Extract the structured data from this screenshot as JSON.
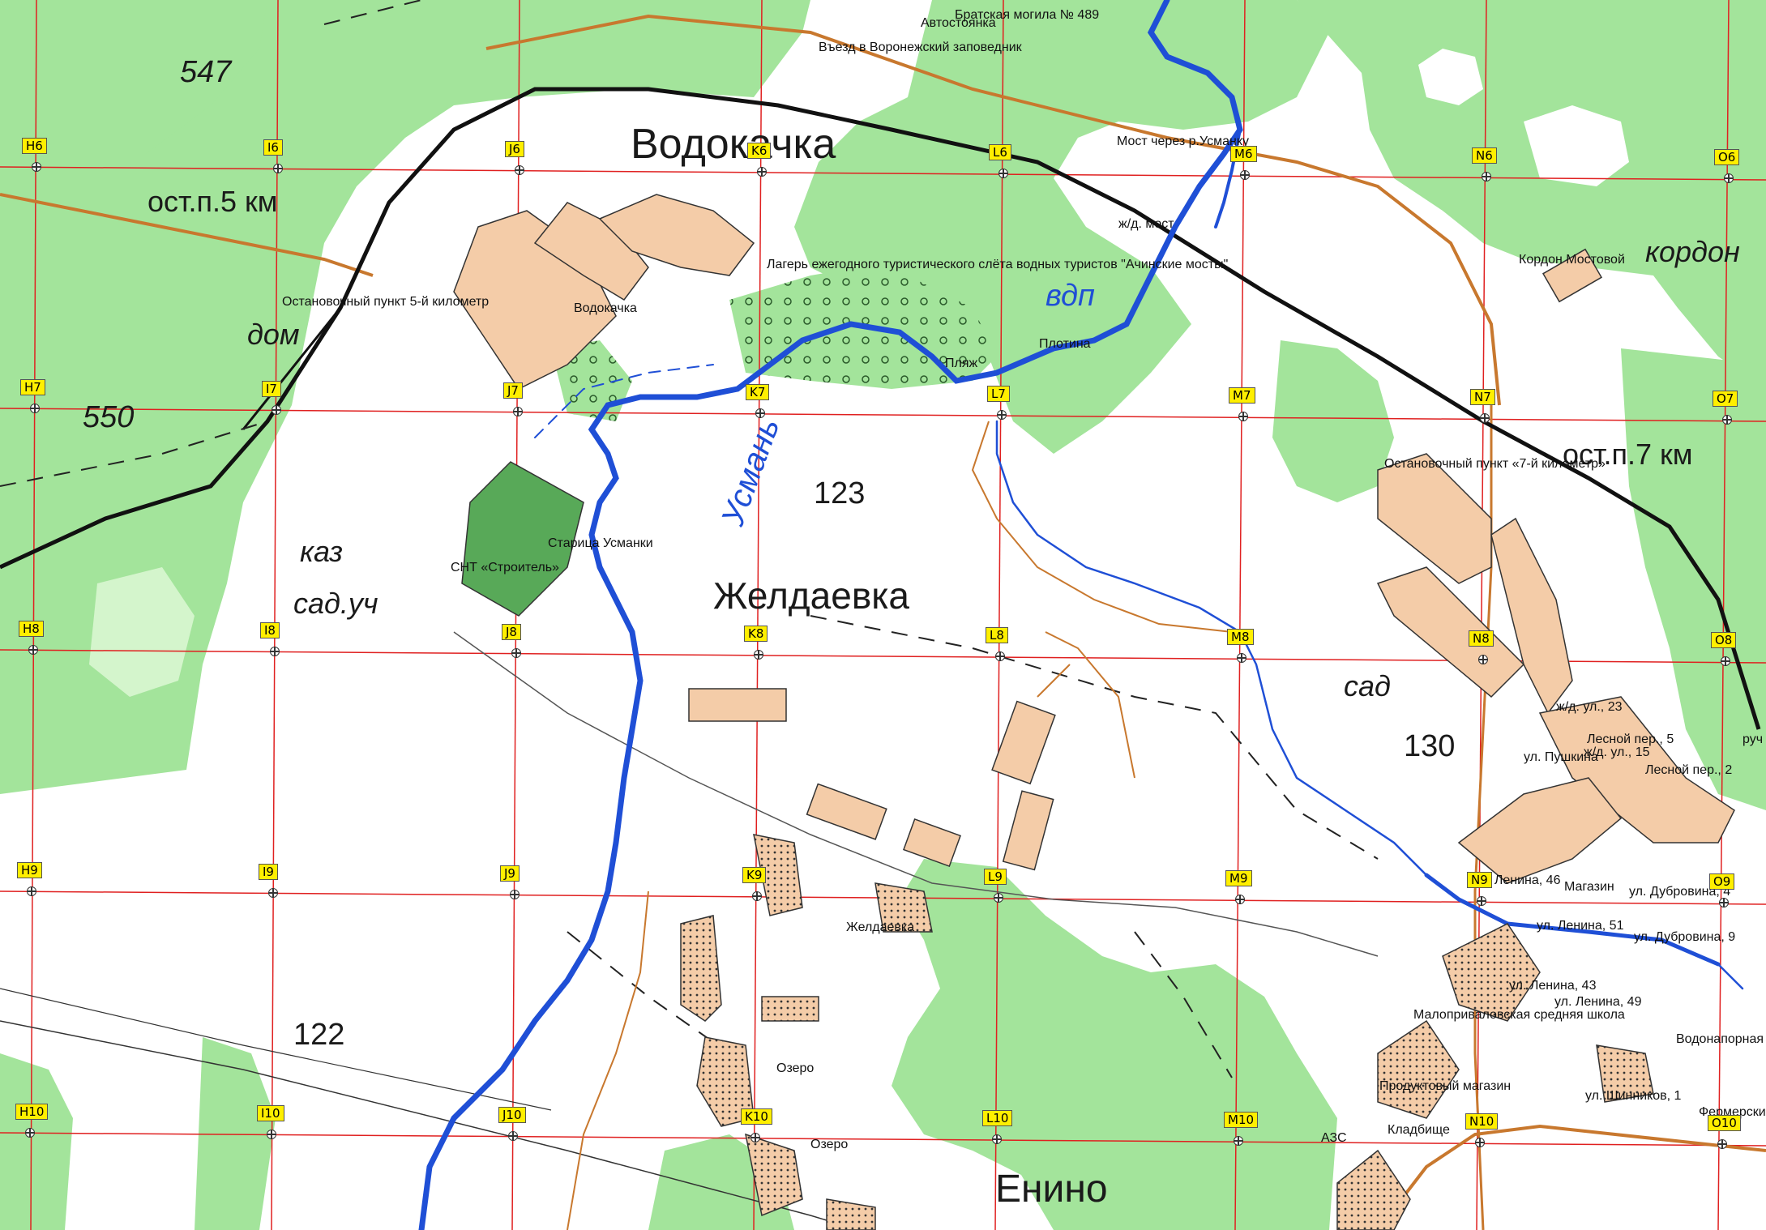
{
  "map": {
    "big_labels": [
      {
        "id": "vodokachka",
        "text": "Водокачка"
      },
      {
        "id": "zheldaevka",
        "text": "Желдаевка"
      },
      {
        "id": "enino",
        "text": "Енино"
      }
    ],
    "italic_labels": [
      {
        "id": "ost5",
        "text": "ост.п.5 км"
      },
      {
        "id": "dom",
        "text": "дом"
      },
      {
        "id": "kaz",
        "text": "каз"
      },
      {
        "id": "saduch",
        "text": "сад.уч"
      },
      {
        "id": "ost7",
        "text": "ост.п.7 км"
      },
      {
        "id": "kordon",
        "text": "кордон"
      },
      {
        "id": "sad",
        "text": "сад"
      }
    ],
    "water_labels": [
      {
        "id": "usman",
        "text": "Усмань"
      },
      {
        "id": "vdp",
        "text": "вдп"
      }
    ],
    "numbers": [
      {
        "id": "n547",
        "text": "547"
      },
      {
        "id": "n550",
        "text": "550"
      },
      {
        "id": "n123",
        "text": "123"
      },
      {
        "id": "n122",
        "text": "122"
      },
      {
        "id": "n130",
        "text": "130"
      }
    ],
    "poi_labels": [
      {
        "id": "p1",
        "text": "Братская могила № 489"
      },
      {
        "id": "p2",
        "text": "Автостоянка"
      },
      {
        "id": "p3",
        "text": "Въезд в Воронежский заповедник"
      },
      {
        "id": "p4",
        "text": "Мост через р.Усманку"
      },
      {
        "id": "p5",
        "text": "ж/д. мост"
      },
      {
        "id": "p6",
        "text": "Лагерь ежегодного туристического слёта водных туристов \"Ачинские мосты\""
      },
      {
        "id": "p7",
        "text": "Кордон Мостовой"
      },
      {
        "id": "p8",
        "text": "Остановочный пункт 5-й километр"
      },
      {
        "id": "p9",
        "text": "Водокачка"
      },
      {
        "id": "p10",
        "text": "Плотина"
      },
      {
        "id": "p11",
        "text": "Пляж"
      },
      {
        "id": "p12",
        "text": "Остановочный пункт «7-й километр»"
      },
      {
        "id": "p13",
        "text": "Старица Усманки"
      },
      {
        "id": "p14",
        "text": "СНТ «Строитель»"
      },
      {
        "id": "p15",
        "text": "ж/д. ул., 23"
      },
      {
        "id": "p16",
        "text": "Лесной пер., 5"
      },
      {
        "id": "p17",
        "text": "ул. Пушкина"
      },
      {
        "id": "p18",
        "text": "ж/д. ул., 15"
      },
      {
        "id": "p19",
        "text": "Лесной пер., 2"
      },
      {
        "id": "p20",
        "text": "ул. Ленина, 46"
      },
      {
        "id": "p21",
        "text": "Магазин"
      },
      {
        "id": "p22",
        "text": "ул. Дубровина, 4"
      },
      {
        "id": "p23",
        "text": "ул. Ленина, 51"
      },
      {
        "id": "p24",
        "text": "ул. Дубровина, 9"
      },
      {
        "id": "p25",
        "text": "Желдаевка"
      },
      {
        "id": "p26",
        "text": "ул. Ленина, 43"
      },
      {
        "id": "p27",
        "text": "ул. Ленина, 49"
      },
      {
        "id": "p28",
        "text": "Малоприваловская средняя школа"
      },
      {
        "id": "p29",
        "text": "Водонапорная"
      },
      {
        "id": "p30",
        "text": "Озеро"
      },
      {
        "id": "p31",
        "text": "Продуктовый магазин"
      },
      {
        "id": "p32",
        "text": "ул. Шинников, 1"
      },
      {
        "id": "p33",
        "text": "Фермерские"
      },
      {
        "id": "p34",
        "text": "Кладбище"
      },
      {
        "id": "p35",
        "text": "АЗС"
      },
      {
        "id": "p36",
        "text": "Озеро"
      },
      {
        "id": "p37",
        "text": "руч"
      }
    ],
    "grid_labels": [
      "H6",
      "I6",
      "J6",
      "K6",
      "L6",
      "M6",
      "N6",
      "O6",
      "H7",
      "I7",
      "J7",
      "K7",
      "L7",
      "M7",
      "N7",
      "O7",
      "H8",
      "I8",
      "J8",
      "K8",
      "L8",
      "M8",
      "N8",
      "O8",
      "H9",
      "I9",
      "J9",
      "K9",
      "L9",
      "M9",
      "N9",
      "O9",
      "H10",
      "I10",
      "J10",
      "K10",
      "L10",
      "M10",
      "N10",
      "O10"
    ],
    "colors": {
      "forest": "#a3e49b",
      "forest_dark": "#7fcf78",
      "water": "#1f4fd6",
      "grid": "#e02020",
      "road": "#c8782e",
      "railway": "#111111",
      "building": "#f4cca8",
      "grid_label_bg": "#ffef00"
    }
  }
}
